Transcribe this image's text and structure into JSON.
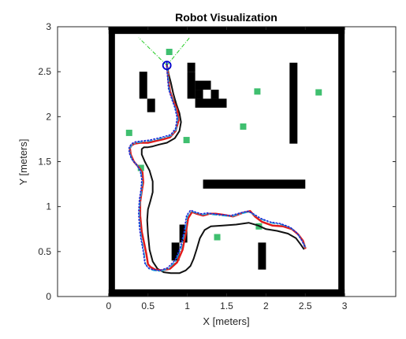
{
  "chart_data": {
    "type": "line",
    "title": "Robot Visualization",
    "xlabel": "X [meters]",
    "ylabel": "Y [meters]",
    "xlim": [
      -0.65,
      3.65
    ],
    "ylim": [
      0,
      3
    ],
    "xticks": [
      "0",
      "0.5",
      "1",
      "1.5",
      "2",
      "2.5",
      "3"
    ],
    "yticks": [
      "0",
      "0.5",
      "1",
      "1.5",
      "2",
      "2.5",
      "3"
    ],
    "xtick_values": [
      0,
      0.5,
      1,
      1.5,
      2,
      2.5,
      3
    ],
    "ytick_values": [
      0,
      0.5,
      1,
      1.5,
      2,
      2.5,
      3
    ],
    "grid": false,
    "legend": "none",
    "map": {
      "color": "#000000",
      "walls": [
        [
          0,
          0,
          3,
          0.08
        ],
        [
          0,
          2.92,
          3,
          3
        ],
        [
          0,
          0,
          0.08,
          3
        ],
        [
          2.92,
          0,
          3,
          3
        ]
      ],
      "obstacles": [
        [
          0.39,
          2.2,
          0.49,
          2.5
        ],
        [
          0.49,
          2.05,
          0.59,
          2.2
        ],
        [
          1.0,
          2.5,
          1.1,
          2.6
        ],
        [
          1.0,
          2.2,
          1.1,
          2.5
        ],
        [
          1.1,
          2.3,
          1.3,
          2.4
        ],
        [
          1.1,
          2.2,
          1.2,
          2.3
        ],
        [
          1.3,
          2.2,
          1.4,
          2.3
        ],
        [
          1.1,
          2.1,
          1.5,
          2.2
        ],
        [
          2.3,
          1.7,
          2.4,
          2.6
        ],
        [
          1.2,
          1.2,
          2.5,
          1.3
        ],
        [
          0.9,
          0.6,
          1.0,
          0.8
        ],
        [
          0.8,
          0.4,
          0.9,
          0.6
        ],
        [
          1.9,
          0.3,
          2.0,
          0.6
        ]
      ]
    },
    "landmarks": {
      "color": "#3fbf6f",
      "points": [
        [
          0.77,
          2.72
        ],
        [
          1.89,
          2.28
        ],
        [
          2.67,
          2.27
        ],
        [
          1.71,
          1.89
        ],
        [
          0.26,
          1.82
        ],
        [
          0.99,
          1.74
        ],
        [
          0.41,
          1.43
        ],
        [
          1.38,
          0.66
        ],
        [
          1.91,
          0.78
        ]
      ]
    },
    "sensor_fov": {
      "color": "#22cc22",
      "apex": [
        0.74,
        2.57
      ],
      "left_end": [
        0.38,
        2.88
      ],
      "right_end": [
        1.03,
        2.88
      ]
    },
    "robot": {
      "color": "#0000cc",
      "x": 0.74,
      "y": 2.57,
      "radius": 0.05
    },
    "series": [
      {
        "color": "#111111",
        "style": "solid",
        "width": 2,
        "x": [
          2.48,
          2.44,
          2.38,
          2.28,
          2.14,
          2.0,
          1.9,
          1.78,
          1.62,
          1.45,
          1.3,
          1.22,
          1.16,
          1.12,
          1.08,
          1.04,
          0.98,
          0.9,
          0.79,
          0.7,
          0.62,
          0.56,
          0.52,
          0.5,
          0.49,
          0.5,
          0.53,
          0.56,
          0.56,
          0.52,
          0.46,
          0.42,
          0.42,
          0.45,
          0.5,
          0.56,
          0.64,
          0.74,
          0.84,
          0.9,
          0.92,
          0.9,
          0.86,
          0.82,
          0.79,
          0.76,
          0.75,
          0.74
        ],
        "y": [
          0.53,
          0.58,
          0.65,
          0.7,
          0.73,
          0.75,
          0.79,
          0.82,
          0.8,
          0.79,
          0.78,
          0.74,
          0.65,
          0.53,
          0.42,
          0.34,
          0.29,
          0.26,
          0.26,
          0.27,
          0.31,
          0.39,
          0.52,
          0.7,
          0.85,
          0.97,
          1.06,
          1.16,
          1.28,
          1.4,
          1.5,
          1.58,
          1.64,
          1.66,
          1.66,
          1.67,
          1.69,
          1.71,
          1.76,
          1.84,
          1.94,
          2.04,
          2.14,
          2.26,
          2.38,
          2.48,
          2.54,
          2.57
        ]
      },
      {
        "color": "#e11a1a",
        "style": "solid",
        "width": 2.5,
        "x": [
          2.5,
          2.47,
          2.41,
          2.33,
          2.22,
          2.08,
          1.95,
          1.86,
          1.8,
          1.7,
          1.58,
          1.45,
          1.36,
          1.28,
          1.2,
          1.12,
          1.06,
          1.01,
          0.98,
          0.94,
          0.87,
          0.78,
          0.68,
          0.59,
          0.53,
          0.5,
          0.48,
          0.45,
          0.42,
          0.4,
          0.4,
          0.42,
          0.44,
          0.43,
          0.38,
          0.32,
          0.28,
          0.27,
          0.29,
          0.33,
          0.4,
          0.5,
          0.6,
          0.7,
          0.78,
          0.85,
          0.89,
          0.87,
          0.82,
          0.78,
          0.76,
          0.75,
          0.74
        ],
        "y": [
          0.54,
          0.62,
          0.69,
          0.75,
          0.78,
          0.79,
          0.83,
          0.89,
          0.95,
          0.93,
          0.89,
          0.91,
          0.92,
          0.92,
          0.9,
          0.92,
          0.94,
          0.87,
          0.7,
          0.52,
          0.38,
          0.31,
          0.29,
          0.3,
          0.33,
          0.36,
          0.47,
          0.6,
          0.72,
          0.9,
          1.05,
          1.17,
          1.27,
          1.38,
          1.44,
          1.5,
          1.58,
          1.65,
          1.68,
          1.7,
          1.71,
          1.71,
          1.73,
          1.75,
          1.77,
          1.84,
          1.96,
          2.08,
          2.18,
          2.28,
          2.4,
          2.5,
          2.57
        ]
      },
      {
        "color": "#22a6d6",
        "style": "dashdot",
        "width": 1.5,
        "x": [
          2.5,
          2.46,
          2.4,
          2.32,
          2.2,
          2.06,
          1.94,
          1.85,
          1.78,
          1.68,
          1.56,
          1.44,
          1.34,
          1.26,
          1.19,
          1.11,
          1.05,
          1.0,
          0.97,
          0.92,
          0.85,
          0.76,
          0.66,
          0.57,
          0.51,
          0.47,
          0.45,
          0.42,
          0.4,
          0.39,
          0.4,
          0.42,
          0.43,
          0.41,
          0.36,
          0.3,
          0.27,
          0.27,
          0.3,
          0.35,
          0.43,
          0.53,
          0.63,
          0.72,
          0.8,
          0.86,
          0.88,
          0.85,
          0.81,
          0.77,
          0.76,
          0.75,
          0.74
        ],
        "y": [
          0.55,
          0.62,
          0.7,
          0.76,
          0.8,
          0.82,
          0.86,
          0.91,
          0.94,
          0.92,
          0.89,
          0.9,
          0.91,
          0.92,
          0.91,
          0.93,
          0.95,
          0.89,
          0.72,
          0.53,
          0.39,
          0.31,
          0.28,
          0.29,
          0.31,
          0.36,
          0.49,
          0.63,
          0.76,
          0.92,
          1.07,
          1.18,
          1.29,
          1.39,
          1.46,
          1.52,
          1.59,
          1.65,
          1.69,
          1.71,
          1.72,
          1.73,
          1.75,
          1.77,
          1.79,
          1.86,
          1.98,
          2.09,
          2.19,
          2.3,
          2.41,
          2.51,
          2.57
        ]
      },
      {
        "color": "#1f23d6",
        "style": "dotted",
        "width": 1.5,
        "x": [
          2.49,
          2.45,
          2.39,
          2.31,
          2.19,
          2.05,
          1.93,
          1.84,
          1.77,
          1.67,
          1.55,
          1.43,
          1.33,
          1.25,
          1.18,
          1.1,
          1.04,
          0.99,
          0.96,
          0.91,
          0.84,
          0.75,
          0.65,
          0.56,
          0.5,
          0.46,
          0.44,
          0.41,
          0.39,
          0.38,
          0.39,
          0.41,
          0.42,
          0.4,
          0.35,
          0.29,
          0.26,
          0.26,
          0.29,
          0.34,
          0.42,
          0.52,
          0.62,
          0.71,
          0.79,
          0.85,
          0.87,
          0.84,
          0.8,
          0.76,
          0.75,
          0.74,
          0.74
        ],
        "y": [
          0.56,
          0.63,
          0.71,
          0.77,
          0.81,
          0.83,
          0.87,
          0.92,
          0.95,
          0.93,
          0.9,
          0.91,
          0.92,
          0.93,
          0.92,
          0.94,
          0.96,
          0.9,
          0.73,
          0.54,
          0.4,
          0.32,
          0.29,
          0.3,
          0.32,
          0.37,
          0.5,
          0.64,
          0.77,
          0.93,
          1.08,
          1.19,
          1.3,
          1.4,
          1.47,
          1.53,
          1.6,
          1.66,
          1.7,
          1.72,
          1.73,
          1.74,
          1.76,
          1.78,
          1.8,
          1.87,
          1.99,
          2.1,
          2.2,
          2.31,
          2.42,
          2.52,
          2.57
        ]
      }
    ]
  }
}
